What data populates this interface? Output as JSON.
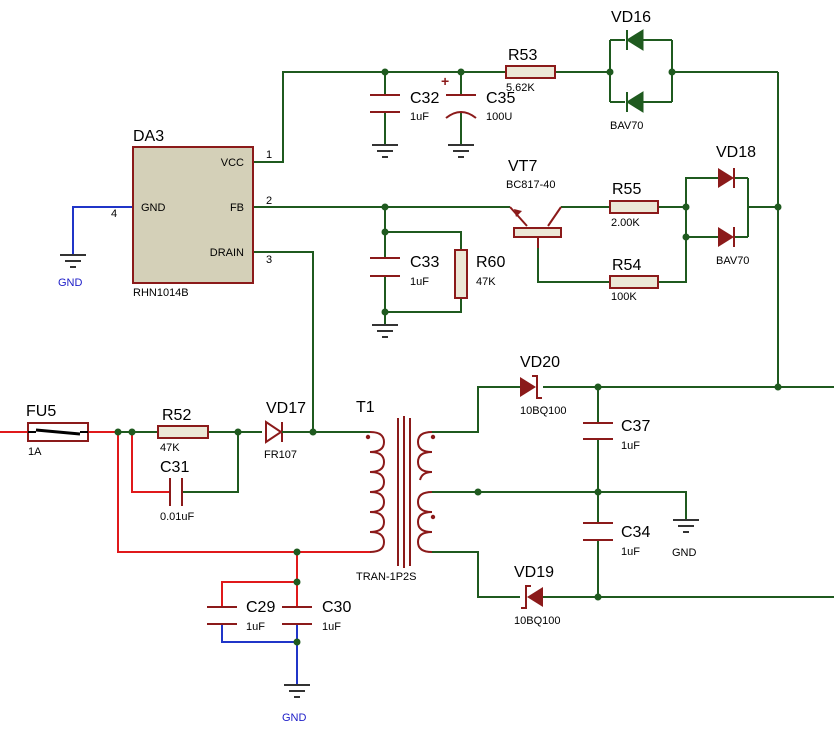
{
  "components": {
    "da3": {
      "ref": "DA3",
      "part": "RHN1014B",
      "pin_vcc": "VCC",
      "pin_fb": "FB",
      "pin_drain": "DRAIN",
      "pin_gnd": "GND",
      "num_vcc": "1",
      "num_fb": "2",
      "num_drain": "3",
      "num_gnd": "4"
    },
    "c32": {
      "ref": "C32",
      "value": "1uF"
    },
    "c35": {
      "ref": "C35",
      "value": "100U",
      "polarity": "+"
    },
    "r53": {
      "ref": "R53",
      "value": "5.62K"
    },
    "vd16": {
      "ref": "VD16",
      "part": "BAV70"
    },
    "vt7": {
      "ref": "VT7",
      "part": "BC817-40"
    },
    "r55": {
      "ref": "R55",
      "value": "2.00K"
    },
    "r54": {
      "ref": "R54",
      "value": "100K"
    },
    "vd18": {
      "ref": "VD18",
      "part": "BAV70"
    },
    "c33": {
      "ref": "C33",
      "value": "1uF"
    },
    "r60": {
      "ref": "R60",
      "value": "47K"
    },
    "fu5": {
      "ref": "FU5",
      "value": "1A"
    },
    "r52": {
      "ref": "R52",
      "value": "47K"
    },
    "c31": {
      "ref": "C31",
      "value": "0.01uF"
    },
    "vd17": {
      "ref": "VD17",
      "part": "FR107"
    },
    "t1": {
      "ref": "T1",
      "part": "TRAN-1P2S"
    },
    "vd20": {
      "ref": "VD20",
      "part": "10BQ100"
    },
    "vd19": {
      "ref": "VD19",
      "part": "10BQ100"
    },
    "c37": {
      "ref": "C37",
      "value": "1uF"
    },
    "c34": {
      "ref": "C34",
      "value": "1uF"
    },
    "c29": {
      "ref": "C29",
      "value": "1uF"
    },
    "c30": {
      "ref": "C30",
      "value": "1uF"
    }
  },
  "ground_labels": {
    "left": "GND",
    "bottom": "GND",
    "right": "GND"
  },
  "colors": {
    "wire": "#1f5a1f",
    "wire_active": "#e0191b",
    "wire_ground": "#2035c8",
    "component": "#8b1a1a",
    "ic_fill": "#d4d0b8"
  }
}
